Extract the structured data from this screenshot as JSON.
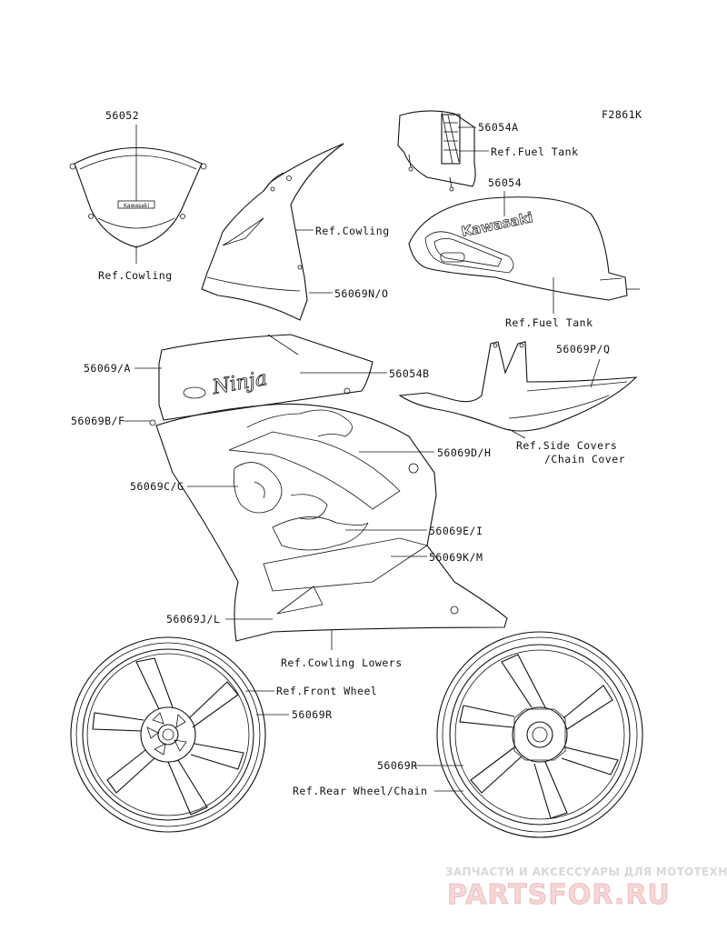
{
  "figure_code": "F2861K",
  "labels": {
    "p56052": "56052",
    "ref_cowling_a": "Ref.Cowling",
    "p56054A": "56054A",
    "ref_fuel_tank_a": "Ref.Fuel Tank",
    "p56054": "56054",
    "ref_cowling_b": "Ref.Cowling",
    "p56069NO": "56069N/O",
    "ref_fuel_tank_b": "Ref.Fuel Tank",
    "p56069A": "56069/A",
    "p56054B": "56054B",
    "p56069PQ": "56069P/Q",
    "p56069BF": "56069B/F",
    "ref_side_covers": "Ref.Side Covers",
    "chain_cover": "/Chain Cover",
    "p56069DH": "56069D/H",
    "p56069CG": "56069C/G",
    "p56069EI": "56069E/I",
    "p56069KM": "56069K/M",
    "p56069JL": "56069J/L",
    "ref_cowling_lowers": "Ref.Cowling Lowers",
    "ref_front_wheel": "Ref.Front Wheel",
    "p56069R_front": "56069R",
    "p56069R_rear": "56069R",
    "ref_rear_wheel": "Ref.Rear Wheel/Chain"
  },
  "decal_text": {
    "windshield_logo": "Kawasaki",
    "tank_logo": "Kawasaki",
    "ninja_logo": "Ninja"
  },
  "watermark": {
    "caption": "ЗАПЧАСТИ И АКСЕССУАРЫ ДЛЯ МОТОТЕХНИКИ",
    "brand": "PARTSFOR.RU"
  }
}
